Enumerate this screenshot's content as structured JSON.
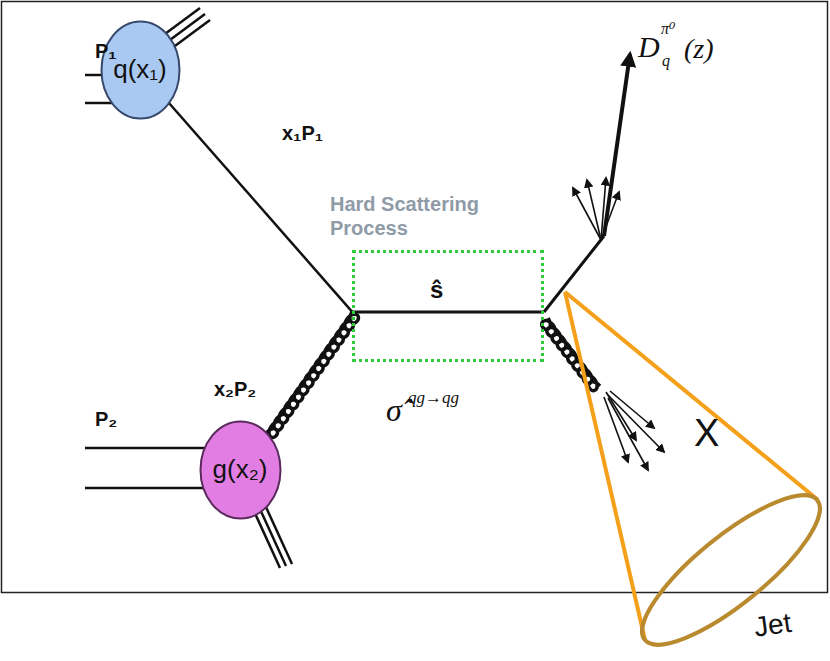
{
  "diagram": {
    "nodes": [
      {
        "text": [
          "q(x₁)"
        ]
      },
      {
        "text": [
          "Hard Scattering Process"
        ]
      },
      {
        "text": [
          "g(x₂)"
        ]
      }
    ],
    "edges": [
      {
        "from": 0,
        "to": 1,
        "arrow": "none",
        "label": "x₁P₁"
      },
      {
        "from": 2,
        "to": 1,
        "arrow": "none",
        "label": "x₂P₂"
      }
    ],
    "labels": [
      "P₁",
      "P₂",
      "ŝ",
      "D",
      "π⁰",
      "q",
      "(z)",
      "σ̂",
      "qg→qg",
      "X",
      "Jet"
    ]
  }
}
